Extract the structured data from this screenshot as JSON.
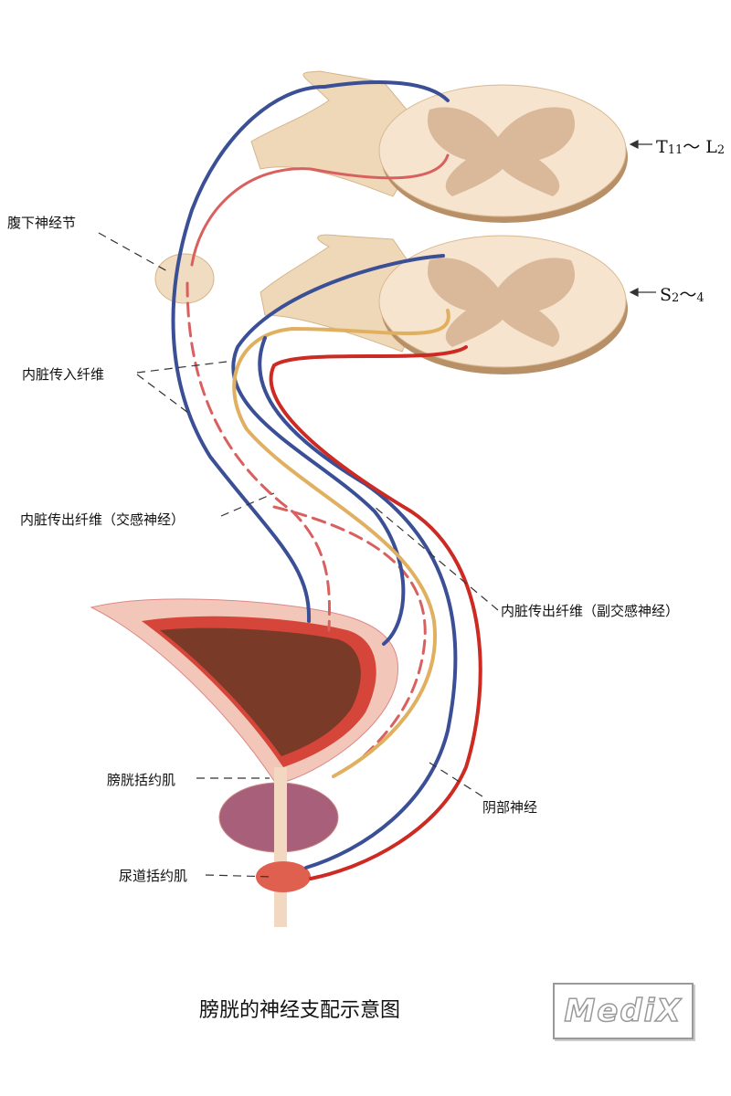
{
  "title": "膀胱的神经支配示意图",
  "logo": "MediX",
  "segments": {
    "upper": {
      "main": "T",
      "sub1": "11",
      "sep": "～ L",
      "sub2": "2"
    },
    "lower": {
      "main": "S",
      "sub1": "2",
      "sep": "～",
      "sub2": "4"
    }
  },
  "labels": {
    "ganglion": "腹下神经节",
    "afferent": "内脏传入纤维",
    "efferent_sympathetic": "内脏传出纤维（交感神经）",
    "efferent_parasympathetic": "内脏传出纤维（副交感神经）",
    "bladder_sphincter": "膀胱括约肌",
    "pudendal": "阴部神经",
    "urethral_sphincter": "尿道括约肌"
  },
  "colors": {
    "afferent": "#3a4f95",
    "sympathetic": "#d9605e",
    "parasympathetic": "#e0b060",
    "pudendal": "#cc2a22"
  }
}
